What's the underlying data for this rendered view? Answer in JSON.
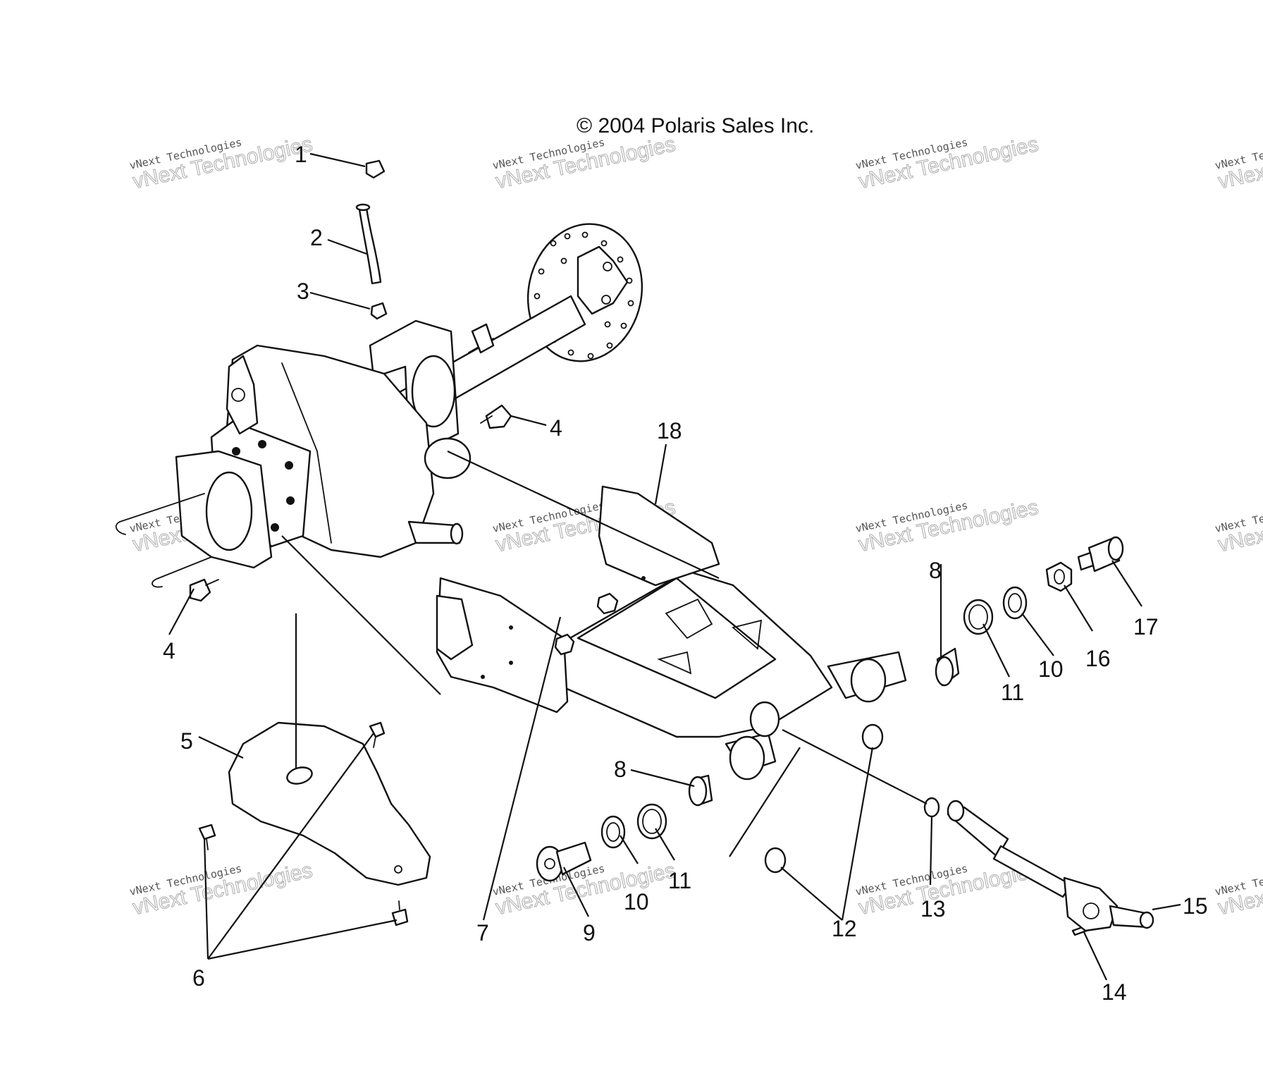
{
  "copyright": "© 2004 Polaris Sales Inc.",
  "watermark": {
    "line1": "vNext Technologies",
    "line2": "vNext Technologies"
  },
  "callouts": {
    "c1": "1",
    "c2": "2",
    "c3": "3",
    "c4a": "4",
    "c4b": "4",
    "c5": "5",
    "c6": "6",
    "c7": "7",
    "c8a": "8",
    "c8b": "8",
    "c9": "9",
    "c10a": "10",
    "c10b": "10",
    "c11a": "11",
    "c11b": "11",
    "c12": "12",
    "c13": "13",
    "c14": "14",
    "c15": "15",
    "c16": "16",
    "c17": "17",
    "c18": "18"
  }
}
